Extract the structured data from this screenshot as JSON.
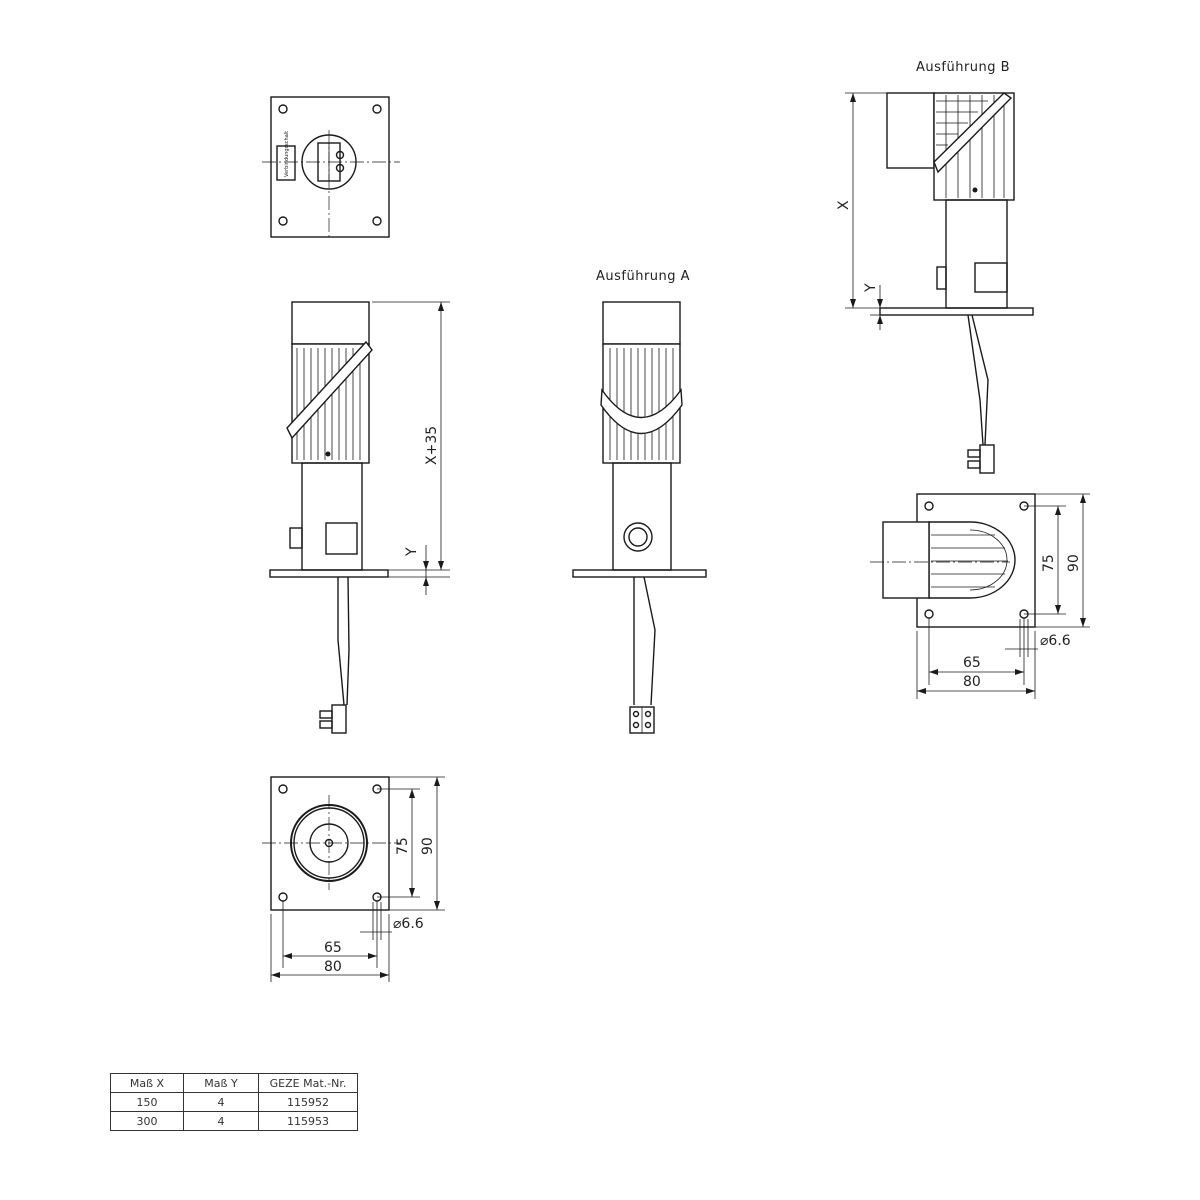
{
  "labels": {
    "variant_a": "Ausführung A",
    "variant_b": "Ausführung B",
    "plate_label": "Verbindungsschalt"
  },
  "dimensions": {
    "height_main": "X+35",
    "height_b": "X",
    "offset": "Y",
    "inner_width": "65",
    "outer_width": "80",
    "inner_height": "75",
    "outer_height": "90",
    "hole": "⌀6.6"
  },
  "table": {
    "headers": [
      "Maß X",
      "Maß Y",
      "GEZE Mat.-Nr."
    ],
    "rows": [
      [
        "150",
        "4",
        "115952"
      ],
      [
        "300",
        "4",
        "115953"
      ]
    ]
  }
}
